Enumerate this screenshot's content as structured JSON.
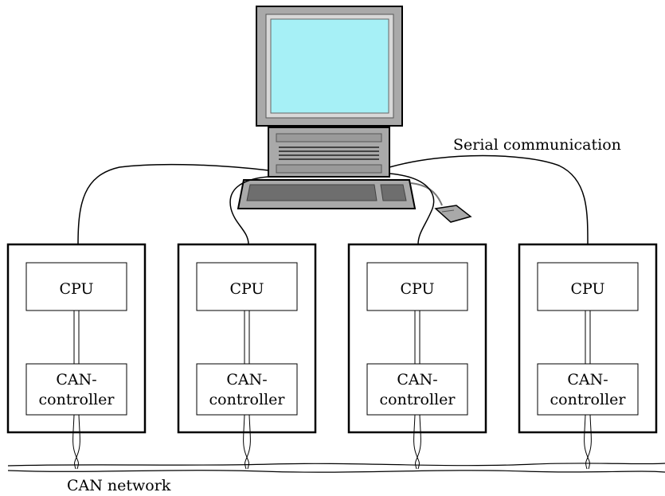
{
  "labels": {
    "serial": "Serial communication",
    "network": "CAN network"
  },
  "nodes": [
    {
      "cpu": "CPU",
      "ctrl_line1": "CAN-",
      "ctrl_line2": "controller"
    },
    {
      "cpu": "CPU",
      "ctrl_line1": "CAN-",
      "ctrl_line2": "controller"
    },
    {
      "cpu": "CPU",
      "ctrl_line1": "CAN-",
      "ctrl_line2": "controller"
    },
    {
      "cpu": "CPU",
      "ctrl_line1": "CAN-",
      "ctrl_line2": "controller"
    }
  ],
  "colors": {
    "screen": "#a6f0f6",
    "computer_body": "#a9a9a9",
    "line": "#000000"
  },
  "icons": [
    "computer-monitor-icon",
    "keyboard-icon",
    "mouse-icon"
  ]
}
